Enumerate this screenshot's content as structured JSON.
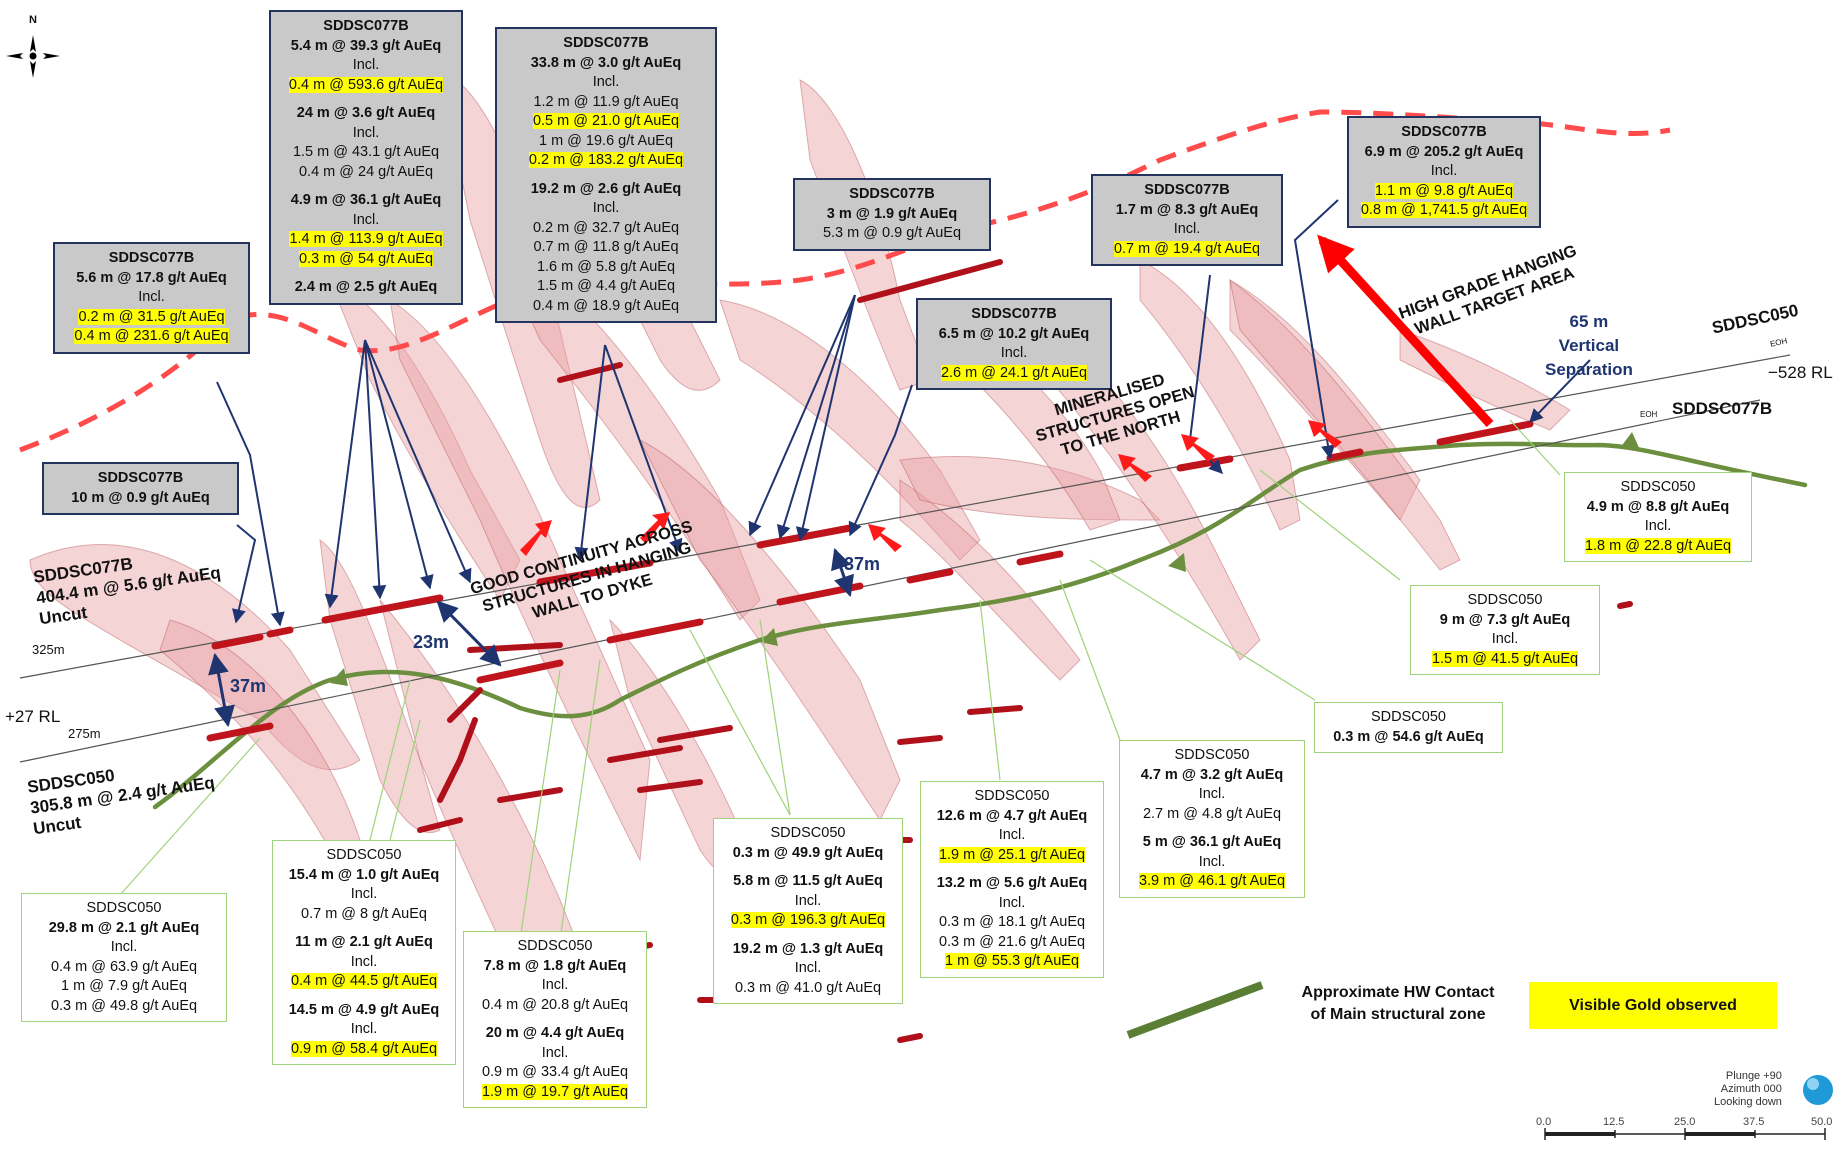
{
  "colors": {
    "dyke_fill": "#e8a0a4",
    "intercept_red": "#c0141c",
    "hw_contact": "#6b8f3e",
    "visible_gold": "#ffff00",
    "callout_border": "#24345f",
    "leader_navy": "#1f3570",
    "box_green": "#9fd27a"
  },
  "compass": {
    "north_label": "N"
  },
  "view_info": {
    "plunge": "Plunge +90",
    "azimuth": "Azimuth 000",
    "looking": "Looking down"
  },
  "scale_bar": {
    "ticks": [
      "0.0",
      "12.5",
      "25.0",
      "37.5",
      "50.0"
    ]
  },
  "holes": {
    "sddsc077b_west": {
      "name": "SDDSC077B",
      "summary": "404.4 m @ 5.6 g/t AuEq",
      "note": "Uncut"
    },
    "sddsc050_west": {
      "name": "SDDSC050",
      "summary": "305.8 m @ 2.4 g/t AuEq",
      "note": "Uncut"
    },
    "sddsc050_east": "SDDSC050",
    "sddsc077b_east": "SDDSC077B",
    "eoh": "EOH"
  },
  "rl": {
    "west": "+27 RL",
    "east": "−528 RL"
  },
  "depths": {
    "d325": "325m",
    "d275": "275m"
  },
  "measurements": {
    "m37a": "37m",
    "m23": "23m",
    "m37b": "37m"
  },
  "annotations": {
    "continuity": [
      "GOOD CONTINUITY ACROSS",
      "STRUCTURES IN HANGING",
      "WALL TO DYKE"
    ],
    "mineralised": [
      "MINERALISED",
      "STRUCTURES OPEN",
      "TO THE NORTH"
    ],
    "high_grade": [
      "HIGH GRADE HANGING",
      "WALL TARGET AREA"
    ],
    "separation": [
      "65 m",
      "Vertical",
      "Separation"
    ]
  },
  "legend": {
    "hw_contact": [
      "Approximate HW Contact",
      "of Main structural zone"
    ],
    "visible_gold": "Visible Gold observed"
  },
  "callouts": [
    {
      "id": "c077b-1",
      "style": "grey",
      "lines": [
        {
          "t": "SDDSC077B",
          "b": true
        },
        {
          "t": "5.6 m @ 17.8 g/t AuEq",
          "b": true
        },
        {
          "t": "Incl."
        },
        {
          "t": "0.2 m @ 31.5 g/t AuEq",
          "h": true
        },
        {
          "t": "0.4 m @ 231.6 g/t AuEq",
          "h": true
        }
      ]
    },
    {
      "id": "c077b-2",
      "style": "grey",
      "lines": [
        {
          "t": "SDDSC077B",
          "b": true
        },
        {
          "t": "5.4 m @ 39.3 g/t AuEq",
          "b": true
        },
        {
          "t": "Incl."
        },
        {
          "t": "0.4 m @ 593.6 g/t AuEq",
          "h": true
        },
        {
          "t": "24 m @ 3.6 g/t AuEq",
          "b": true,
          "g": true
        },
        {
          "t": "Incl."
        },
        {
          "t": "1.5 m @ 43.1 g/t AuEq"
        },
        {
          "t": "0.4 m @ 24 g/t AuEq"
        },
        {
          "t": "4.9 m @ 36.1 g/t AuEq",
          "b": true,
          "g": true
        },
        {
          "t": "Incl."
        },
        {
          "t": "1.4 m @ 113.9 g/t AuEq",
          "h": true
        },
        {
          "t": "0.3 m @ 54 g/t AuEq",
          "h": true
        },
        {
          "t": "2.4 m @ 2.5 g/t AuEq",
          "b": true,
          "g": true
        }
      ]
    },
    {
      "id": "c077b-3",
      "style": "grey",
      "lines": [
        {
          "t": "SDDSC077B",
          "b": true
        },
        {
          "t": "33.8 m @ 3.0 g/t AuEq",
          "b": true
        },
        {
          "t": "Incl."
        },
        {
          "t": "1.2 m @ 11.9 g/t AuEq"
        },
        {
          "t": "0.5 m @ 21.0 g/t AuEq",
          "h": true
        },
        {
          "t": "1 m @ 19.6 g/t AuEq"
        },
        {
          "t": "0.2 m @ 183.2 g/t AuEq",
          "h": true
        },
        {
          "t": "19.2 m @ 2.6 g/t AuEq",
          "b": true,
          "g": true
        },
        {
          "t": "Incl."
        },
        {
          "t": "0.2 m @ 32.7 g/t AuEq"
        },
        {
          "t": "0.7 m @ 11.8 g/t AuEq"
        },
        {
          "t": "1.6 m @ 5.8 g/t AuEq"
        },
        {
          "t": "1.5 m @ 4.4 g/t AuEq"
        },
        {
          "t": "0.4 m @ 18.9 g/t AuEq"
        }
      ]
    },
    {
      "id": "c077b-4",
      "style": "grey",
      "lines": [
        {
          "t": "SDDSC077B",
          "b": true
        },
        {
          "t": "3 m @ 1.9 g/t AuEq",
          "b": true
        },
        {
          "t": "5.3 m @ 0.9 g/t AuEq"
        }
      ]
    },
    {
      "id": "c077b-5",
      "style": "grey",
      "lines": [
        {
          "t": "SDDSC077B",
          "b": true
        },
        {
          "t": "6.5 m @ 10.2 g/t AuEq",
          "b": true
        },
        {
          "t": "Incl."
        },
        {
          "t": "2.6 m @ 24.1 g/t AuEq",
          "h": true
        }
      ]
    },
    {
      "id": "c077b-6",
      "style": "grey",
      "lines": [
        {
          "t": "SDDSC077B",
          "b": true
        },
        {
          "t": "1.7 m @ 8.3 g/t AuEq",
          "b": true
        },
        {
          "t": "Incl."
        },
        {
          "t": "0.7 m @ 19.4 g/t AuEq",
          "h": true
        }
      ]
    },
    {
      "id": "c077b-7",
      "style": "grey",
      "lines": [
        {
          "t": "SDDSC077B",
          "b": true
        },
        {
          "t": "6.9 m @ 205.2 g/t AuEq",
          "b": true
        },
        {
          "t": "Incl."
        },
        {
          "t": "1.1 m @ 9.8 g/t AuEq",
          "h": true
        },
        {
          "t": "0.8 m @ 1,741.5 g/t AuEq",
          "h": true
        }
      ]
    },
    {
      "id": "c077b-8",
      "style": "grey",
      "lines": [
        {
          "t": "SDDSC077B",
          "b": true
        },
        {
          "t": "10 m @ 0.9 g/t AuEq",
          "b": true
        }
      ]
    },
    {
      "id": "c050-1",
      "style": "white",
      "lines": [
        {
          "t": "SDDSC050"
        },
        {
          "t": "29.8 m @ 2.1 g/t AuEq",
          "b": true
        },
        {
          "t": "Incl."
        },
        {
          "t": "0.4 m @ 63.9 g/t AuEq"
        },
        {
          "t": "1 m @ 7.9 g/t AuEq"
        },
        {
          "t": "0.3 m @ 49.8 g/t AuEq"
        }
      ]
    },
    {
      "id": "c050-2",
      "style": "white",
      "lines": [
        {
          "t": "SDDSC050"
        },
        {
          "t": "15.4 m @ 1.0 g/t AuEq",
          "b": true
        },
        {
          "t": "Incl."
        },
        {
          "t": "0.7 m @ 8 g/t AuEq"
        },
        {
          "t": "11 m @ 2.1 g/t AuEq",
          "b": true,
          "g": true
        },
        {
          "t": "Incl."
        },
        {
          "t": "0.4 m @ 44.5 g/t AuEq",
          "h": true
        },
        {
          "t": "14.5 m @ 4.9 g/t AuEq",
          "b": true,
          "g": true
        },
        {
          "t": "Incl."
        },
        {
          "t": "0.9 m @ 58.4 g/t AuEq",
          "h": true
        }
      ]
    },
    {
      "id": "c050-3",
      "style": "white",
      "lines": [
        {
          "t": "SDDSC050"
        },
        {
          "t": "7.8 m @ 1.8 g/t AuEq",
          "b": true
        },
        {
          "t": "Incl."
        },
        {
          "t": "0.4 m @ 20.8 g/t AuEq"
        },
        {
          "t": "20 m @ 4.4 g/t AuEq",
          "b": true,
          "g": true
        },
        {
          "t": "Incl."
        },
        {
          "t": "0.9 m @ 33.4 g/t AuEq"
        },
        {
          "t": "1.9 m @ 19.7 g/t AuEq",
          "h": true
        }
      ]
    },
    {
      "id": "c050-4",
      "style": "white",
      "lines": [
        {
          "t": "SDDSC050"
        },
        {
          "t": "0.3 m @ 49.9 g/t AuEq",
          "b": true
        },
        {
          "t": "5.8 m @ 11.5 g/t AuEq",
          "b": true,
          "g": true
        },
        {
          "t": "Incl."
        },
        {
          "t": "0.3 m @ 196.3 g/t AuEq",
          "h": true
        },
        {
          "t": "19.2 m @ 1.3 g/t AuEq",
          "b": true,
          "g": true
        },
        {
          "t": "Incl."
        },
        {
          "t": "0.3 m @ 41.0 g/t AuEq"
        }
      ]
    },
    {
      "id": "c050-5",
      "style": "white",
      "lines": [
        {
          "t": "SDDSC050"
        },
        {
          "t": "12.6 m @ 4.7 g/t AuEq",
          "b": true
        },
        {
          "t": "Incl."
        },
        {
          "t": "1.9 m @ 25.1 g/t AuEq",
          "h": true
        },
        {
          "t": "13.2 m @ 5.6 g/t AuEq",
          "b": true,
          "g": true
        },
        {
          "t": "Incl."
        },
        {
          "t": "0.3 m @ 18.1 g/t AuEq"
        },
        {
          "t": "0.3 m @ 21.6 g/t AuEq"
        },
        {
          "t": "1 m @ 55.3 g/t AuEq",
          "h": true
        }
      ]
    },
    {
      "id": "c050-6",
      "style": "white",
      "lines": [
        {
          "t": "SDDSC050"
        },
        {
          "t": "4.7 m @ 3.2 g/t AuEq",
          "b": true
        },
        {
          "t": "Incl."
        },
        {
          "t": "2.7 m @ 4.8 g/t AuEq"
        },
        {
          "t": "5 m @ 36.1 g/t AuEq",
          "b": true,
          "g": true
        },
        {
          "t": "Incl."
        },
        {
          "t": "3.9 m @ 46.1 g/t AuEq",
          "h": true
        }
      ]
    },
    {
      "id": "c050-7",
      "style": "white",
      "lines": [
        {
          "t": "SDDSC050"
        },
        {
          "t": "0.3 m @ 54.6 g/t AuEq",
          "b": true
        }
      ]
    },
    {
      "id": "c050-8",
      "style": "white",
      "lines": [
        {
          "t": "SDDSC050"
        },
        {
          "t": "9 m @ 7.3 g/t AuEq",
          "b": true
        },
        {
          "t": "Incl."
        },
        {
          "t": "1.5 m @ 41.5 g/t AuEq",
          "h": true
        }
      ]
    },
    {
      "id": "c050-9",
      "style": "white",
      "lines": [
        {
          "t": "SDDSC050"
        },
        {
          "t": "4.9 m @ 8.8 g/t AuEq",
          "b": true
        },
        {
          "t": "Incl."
        },
        {
          "t": "1.8 m @ 22.8 g/t AuEq",
          "h": true
        }
      ]
    }
  ]
}
